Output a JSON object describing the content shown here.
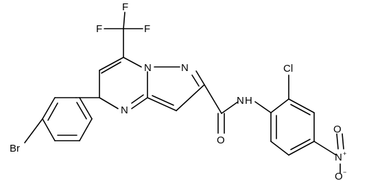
{
  "figure": {
    "background": "#ffffff",
    "bond_color": "#000000",
    "label_color": "#000000"
  },
  "atoms": {
    "F1": "F",
    "F2": "F",
    "F3": "F",
    "N_bridge": "N",
    "N_pyrazole": "N",
    "N_pyrimidine": "N",
    "Br": "Br",
    "O_carbonyl": "O",
    "N_amide": "N",
    "H_amide": "H",
    "Cl": "Cl",
    "N_nitro": "N",
    "N_nitro_charge": "+",
    "O_nitro_top": "O",
    "O_nitro_bottom": "O",
    "O_nitro_bottom_charge": "−"
  }
}
